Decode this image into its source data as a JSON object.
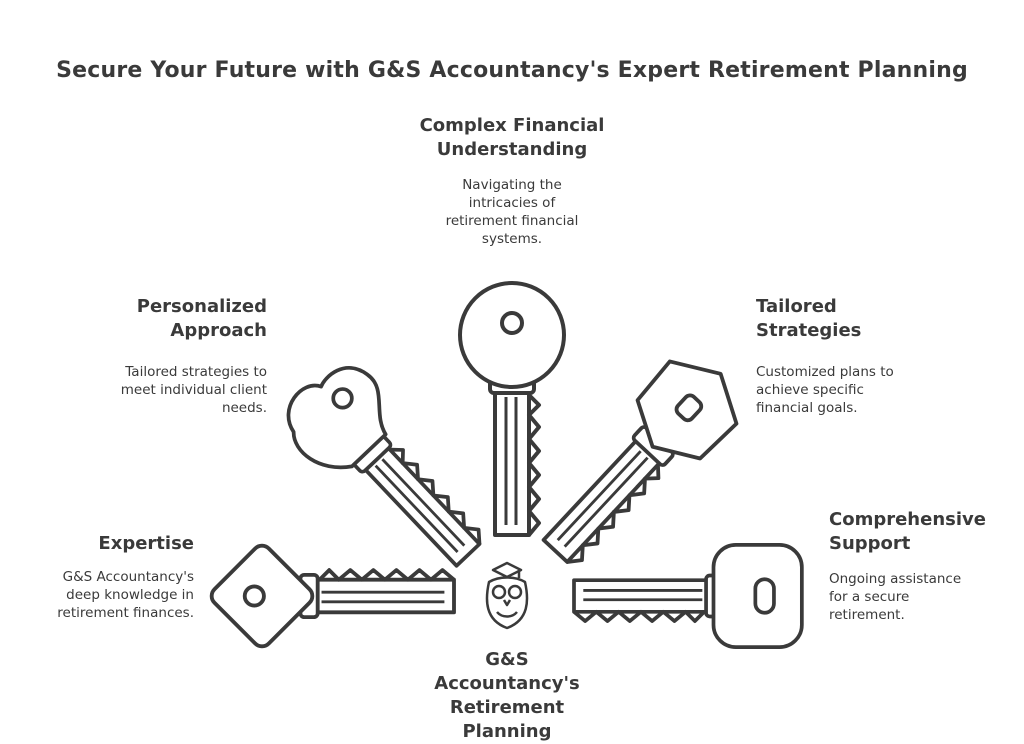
{
  "title": "Secure Your Future with G&S Accountancy's Expert Retirement Planning",
  "center": {
    "label": "G&S Accountancy's Retirement Planning",
    "icon": "owl-graduate-icon"
  },
  "items": [
    {
      "heading": "Complex Financial Understanding",
      "description": "Navigating the intricacies of retirement financial systems.",
      "icon": "round-key-icon"
    },
    {
      "heading": "Personalized Approach",
      "description": "Tailored strategies to meet individual client needs.",
      "icon": "cloud-key-icon"
    },
    {
      "heading": "Tailored Strategies",
      "description": "Customized plans to achieve specific financial goals.",
      "icon": "hexagon-key-icon"
    },
    {
      "heading": "Expertise",
      "description": "G&S Accountancy's deep knowledge in retirement finances.",
      "icon": "diamond-key-icon"
    },
    {
      "heading": "Comprehensive Support",
      "description": "Ongoing assistance for a secure retirement.",
      "icon": "rectangle-key-icon"
    }
  ],
  "colors": {
    "ink": "#3a3a3a",
    "background": "#ffffff"
  }
}
